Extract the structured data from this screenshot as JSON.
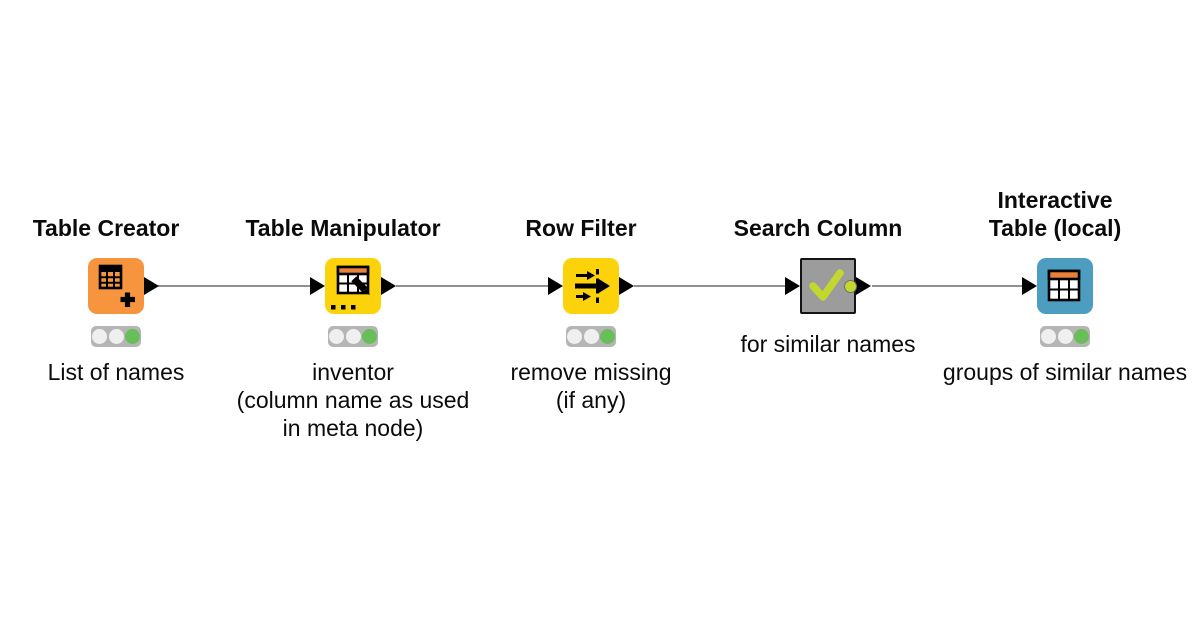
{
  "workflow": {
    "background_color": "#ffffff",
    "wire_color": "#8f8f8f",
    "text_color": "#0b0b0b",
    "status_light": {
      "housing_color": "#b5b5b5",
      "off_color": "#efefef",
      "green_color": "#68be59"
    },
    "nodes": [
      {
        "name": "table-creator",
        "title": "Table Creator",
        "annotation": "List of names",
        "color": "#F6953E",
        "status_lights": [
          "off",
          "off",
          "green"
        ]
      },
      {
        "name": "table-manipulator",
        "title": "Table Manipulator",
        "annotation": "inventor\n(column name as used\nin meta node)",
        "color": "#FCD20A",
        "status_lights": [
          "off",
          "off",
          "green"
        ]
      },
      {
        "name": "row-filter",
        "title": "Row Filter",
        "annotation": "remove missing\n(if any)",
        "color": "#FCD20A",
        "status_lights": [
          "off",
          "off",
          "green"
        ]
      },
      {
        "name": "search-column",
        "title": "Search Column",
        "annotation": "for similar names",
        "type": "component",
        "color": "#9C9C9C",
        "border_color": "#141414",
        "check_color": "#C3D82E"
      },
      {
        "name": "interactive-table-local",
        "title": "Interactive\nTable (local)",
        "annotation": "groups of similar names",
        "color": "#4C9DC0",
        "status_lights": [
          "off",
          "off",
          "green"
        ]
      }
    ]
  }
}
